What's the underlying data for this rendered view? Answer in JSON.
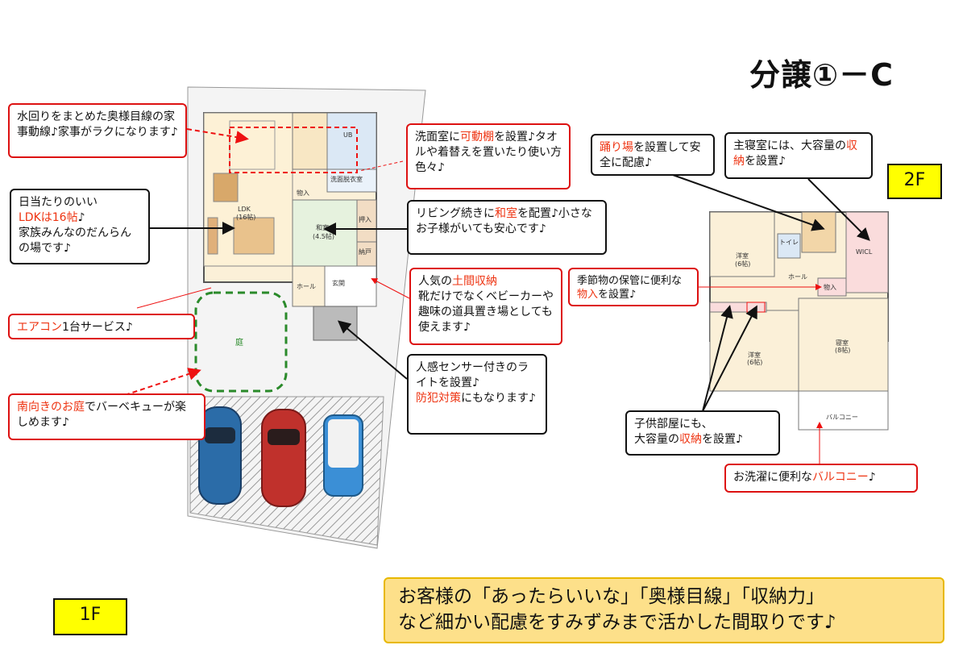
{
  "title": "分譲①－C",
  "floor_tags": {
    "first": "1F",
    "second": "2F"
  },
  "plan1f": {
    "rooms": {
      "ldk": "LDK",
      "ldk_size": "(16帖)",
      "washitsu": "和室",
      "washitsu_size": "(4.5帖)",
      "hall": "ホール",
      "genkan": "玄関",
      "senmen": "洗面脱衣室",
      "ub": "UB",
      "nando": "納戸",
      "closet": "押入",
      "storage": "物入",
      "garden": "庭"
    }
  },
  "plan2f": {
    "rooms": {
      "bedroom_a": "洋室",
      "bedroom_a_size": "(6帖)",
      "bedroom_b": "洋室",
      "bedroom_b_size": "(6帖)",
      "master": "寝室",
      "master_size": "(8帖)",
      "wic": "WICL",
      "toilet": "トイレ",
      "hall": "ホール",
      "storage": "物入",
      "balcony": "バルコニー"
    }
  },
  "callouts": {
    "water": {
      "a": "水回りをまとめた奥様目線の家事動線♪家事がラクになります♪"
    },
    "ldk": {
      "a": "日当たりのいい",
      "b": "LDKは16帖",
      "c": "♪",
      "d": "家族みんなのだんらんの場です♪"
    },
    "aircon": {
      "a": "エアコン",
      "b": "1台サービス♪"
    },
    "garden": {
      "a": "南向きのお庭",
      "b": "でバーベキューが楽しめます♪"
    },
    "senmen": {
      "a": "洗面室に",
      "b": "可動棚",
      "c": "を設置♪タオルや着替えを置いたり使い方色々♪"
    },
    "washitsu": {
      "a": "リビング続きに",
      "b": "和室",
      "c": "を配置♪小さなお子様がいても安心です♪"
    },
    "doma": {
      "a": "人気の",
      "b": "土間収納",
      "c": "靴だけでなくベビーカーや趣味の道具置き場としても使えます♪"
    },
    "sensor": {
      "a": "人感センサー付きのライトを設置♪",
      "b": "防犯対策",
      "c": "にもなります♪"
    },
    "odoriba": {
      "a": "踊り場",
      "b": "を設置して安全に配慮♪"
    },
    "master": {
      "a": "主寝室には、大容量の",
      "b": "収納",
      "c": "を設置♪"
    },
    "seasonal": {
      "a": "季節物の保管に便利な",
      "b": "物入",
      "c": "を設置♪"
    },
    "kids": {
      "a": "子供部屋にも、",
      "b": "大容量の",
      "c": "収納",
      "d": "を設置♪"
    },
    "balcony": {
      "a": "お洗濯に便利な",
      "b": "バルコニー",
      "c": "♪"
    }
  },
  "message": {
    "line1": "お客様の「あったらいいな」「奥様目線」「収納力」",
    "line2": "など細かい配慮をすみずみまで活かした間取りです♪"
  },
  "colors": {
    "highlight": "#e31",
    "red_border": "#d11",
    "yellow": "#ffff00",
    "message_bg": "#fde08a"
  }
}
